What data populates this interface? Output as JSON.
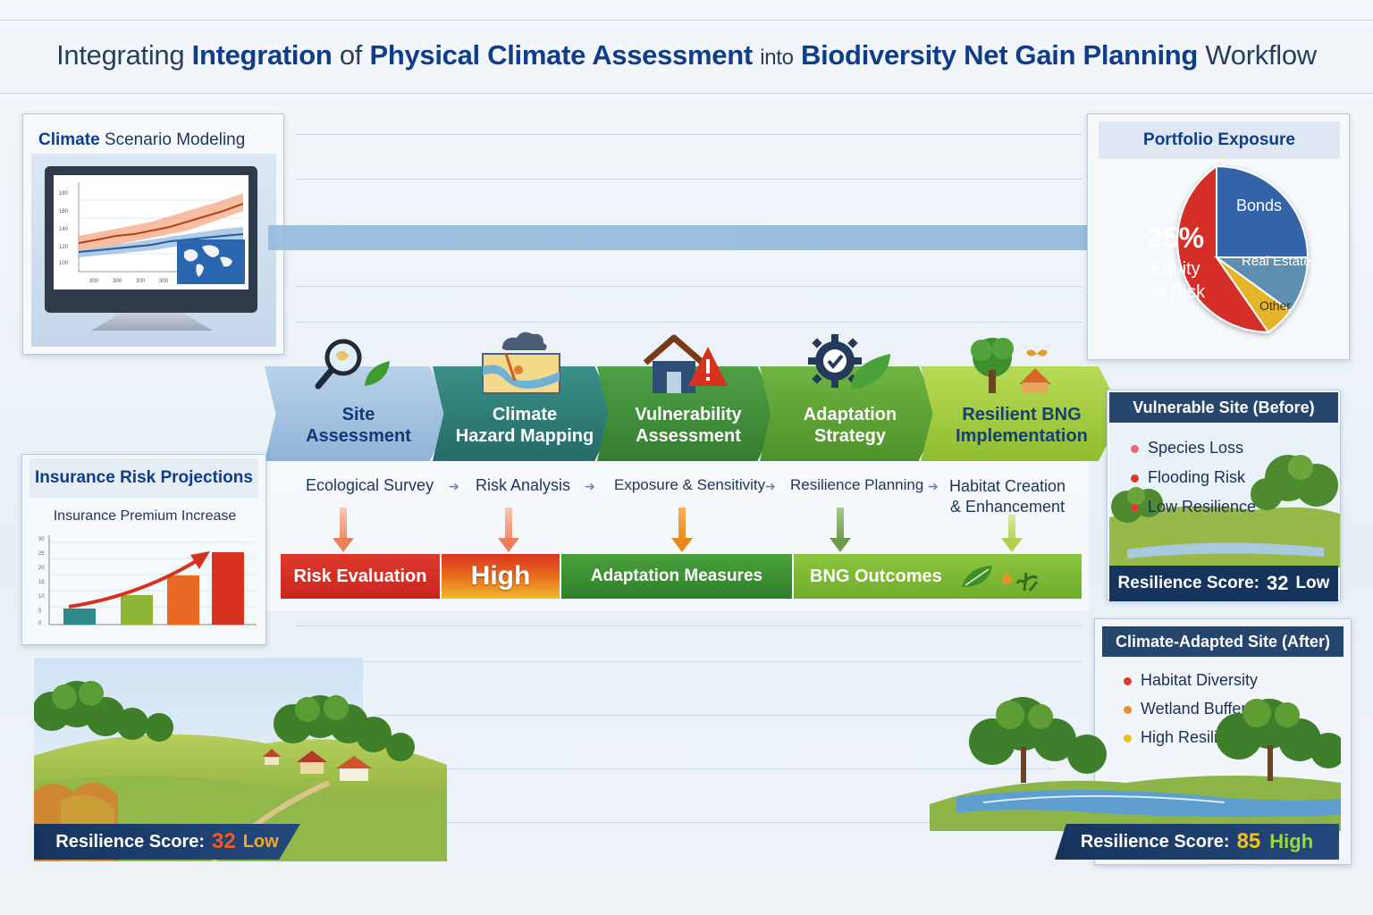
{
  "title": {
    "pre": "Integrating",
    "bold1": "Integration",
    "mid1": "of",
    "bold2": "Physical Climate Assessment",
    "mid2": "into",
    "bold3": "Biodiversity Net Gain Planning",
    "post": "Workflow"
  },
  "climate_panel": {
    "title_bold": "Climate",
    "title_rest": "Scenario Modeling",
    "y_ticks": [
      "180",
      "160",
      "140",
      "120",
      "100"
    ],
    "x_ticks": [
      "300",
      "300",
      "300",
      "300"
    ]
  },
  "portfolio": {
    "title": "Portfolio Exposure",
    "big": "25%",
    "label1": "Equity",
    "label2": "at Risk",
    "bonds": "Bonds",
    "real_estate": "Real Estate",
    "other": "Other",
    "colors": {
      "equity": "#d42f25",
      "bonds": "#3563a8",
      "real_estate": "#5e8fb0",
      "other": "#e5b42b"
    }
  },
  "workflow": {
    "steps": [
      {
        "label": "Site\nAssessment",
        "sub": "Ecological Survey",
        "color": "#8fb4d6",
        "text": "#123a78"
      },
      {
        "label": "Climate\nHazard Mapping",
        "sub": "Risk Analysis",
        "color": "#2d7a76",
        "text": "#ffffff"
      },
      {
        "label": "Vulnerability\nAssessment",
        "sub": "Exposure & Sensitivity",
        "color": "#3f8f3a",
        "text": "#ffffff"
      },
      {
        "label": "Adaptation\nStrategy",
        "sub": "Resilience Planning",
        "color": "#5ea334",
        "text": "#ffffff"
      },
      {
        "label": "Resilient BNG\nImplementation",
        "sub": "Habitat Creation\n& Enhancement",
        "color": "#9cc63a",
        "text": "#17406e"
      }
    ],
    "outcomes": {
      "risk": "Risk Evaluation",
      "high": "High",
      "adaptation": "Adaptation Measures",
      "bng": "BNG Outcomes"
    }
  },
  "insurance": {
    "title": "Insurance Risk Projections",
    "subtitle": "Insurance Premium Increase",
    "y_ticks": [
      "30",
      "25",
      "20",
      "15",
      "10",
      "5",
      "0"
    ]
  },
  "before": {
    "title": "Vulnerable Site (Before)",
    "bullets": [
      "Species Loss",
      "Flooding Risk",
      "Low Resilience"
    ],
    "score_label": "Resilience Score:",
    "score_value": "32",
    "score_level": "Low"
  },
  "after": {
    "title": "Climate-Adapted Site (After)",
    "bullets": [
      "Habitat Diversity",
      "Wetland Buffer",
      "High Resilience"
    ],
    "score_label": "Resilience Score:",
    "score_value": "85",
    "score_level": "High"
  },
  "landscape_left": {
    "score_label": "Resilience Score:",
    "score_value": "32",
    "score_level": "Low"
  }
}
